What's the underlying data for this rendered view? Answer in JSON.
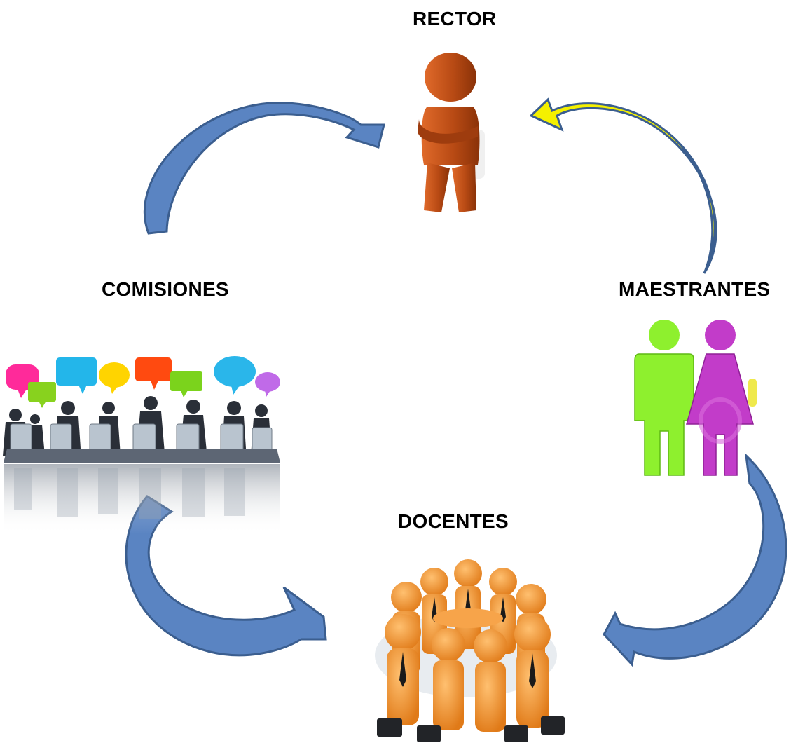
{
  "nodes": {
    "rector": {
      "label": "RECTOR",
      "icon": "standing-figure-icon",
      "color": "#c2521a"
    },
    "comisiones": {
      "label": "COMISIONES",
      "icon": "meeting-table-icon"
    },
    "maestrantes": {
      "label": "MAESTRANTES",
      "icon": "man-woman-icon"
    },
    "docentes": {
      "label": "DOCENTES",
      "icon": "team-circle-icon",
      "color": "#f0922a"
    }
  },
  "colors": {
    "arrow_blue": "#5a84c2",
    "arrow_outline": "#3b5e8f",
    "arrow_yellow": "#f4f000",
    "man_green": "#8ef02e",
    "woman_magenta": "#c23cc9"
  }
}
